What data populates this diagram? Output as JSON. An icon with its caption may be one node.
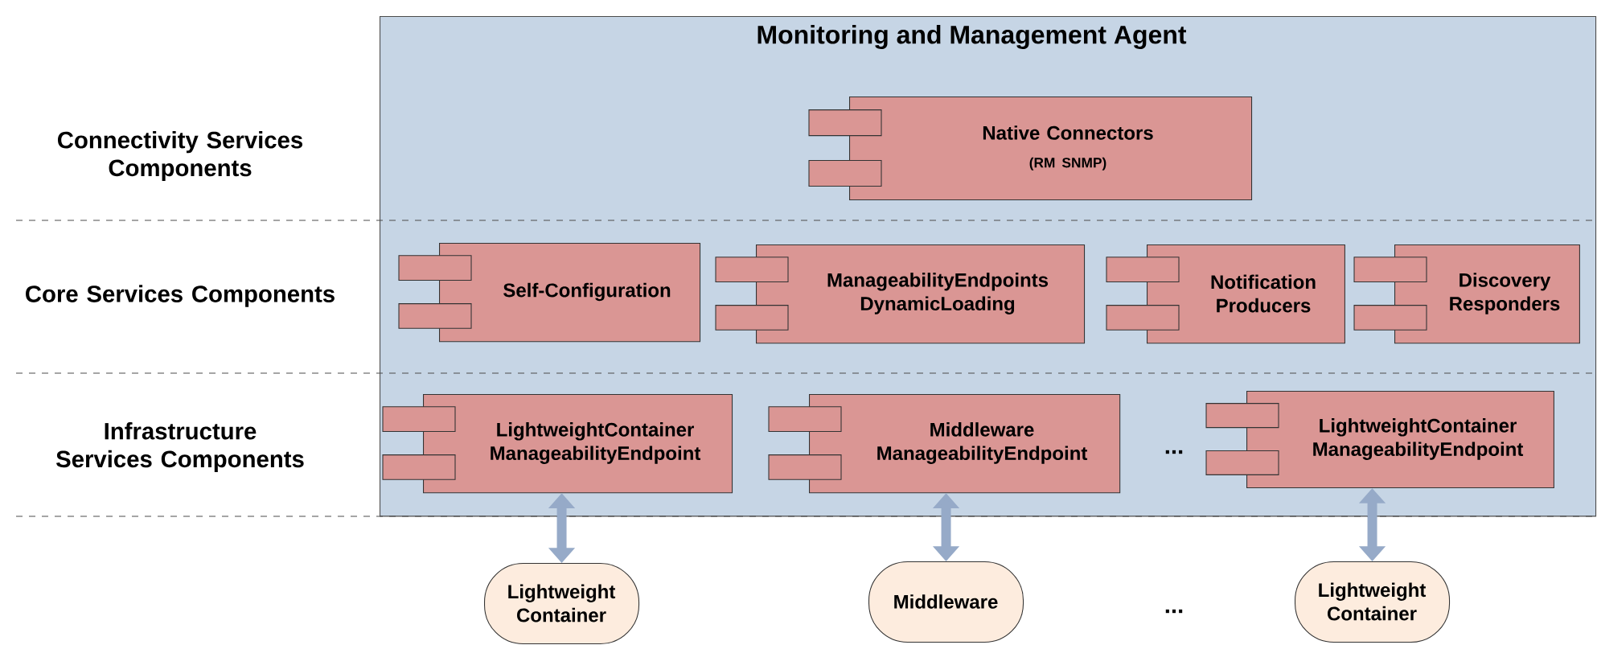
{
  "diagram": {
    "nodes": [
      {
        "text": [
          "Monitoring and Management Agent"
        ]
      },
      {
        "text": [
          "Native Connectors",
          "(RM SNMP)"
        ],
        "in": 0
      },
      {
        "text": [
          "Self-Configuration"
        ],
        "in": 0
      },
      {
        "text": [
          "ManageabilityEndpoints DynamicLoading"
        ],
        "in": 0
      },
      {
        "text": [
          "Notification Producers"
        ],
        "in": 0
      },
      {
        "text": [
          "Discovery Responders"
        ],
        "in": 0
      },
      {
        "text": [
          "LightweightContainer ManageabilityEndpoint"
        ],
        "in": 0
      },
      {
        "text": [
          "Middleware ManageabilityEndpoint"
        ],
        "in": 0
      },
      {
        "text": [
          "LightweightContainer ManageabilityEndpoint"
        ],
        "in": 0
      },
      {
        "text": [
          "Lightweight Container"
        ]
      },
      {
        "text": [
          "Middleware"
        ]
      },
      {
        "text": [
          "Lightweight Container"
        ]
      }
    ],
    "edges": [
      {
        "from": 6,
        "to": 9,
        "arrow": "both"
      },
      {
        "from": 7,
        "to": 10,
        "arrow": "both"
      },
      {
        "from": 8,
        "to": 11,
        "arrow": "both"
      }
    ],
    "labels": [
      "Connectivity Services Components",
      "Core Services Components",
      "Infrastructure Services Components",
      "...",
      "..."
    ]
  }
}
